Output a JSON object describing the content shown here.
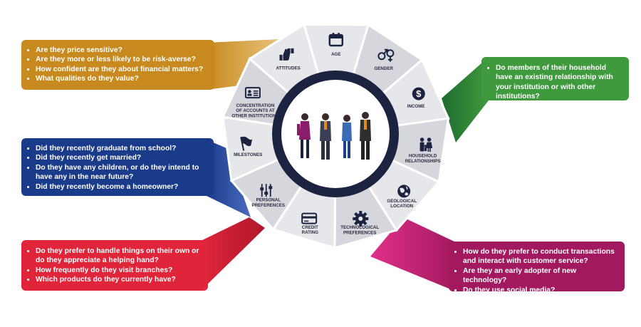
{
  "segments": [
    {
      "id": "age",
      "lines": [
        "AGE"
      ],
      "icon": "calendar-icon"
    },
    {
      "id": "gender",
      "lines": [
        "GENDER"
      ],
      "icon": "gender-icon"
    },
    {
      "id": "income",
      "lines": [
        "INCOME"
      ],
      "icon": "dollar-icon"
    },
    {
      "id": "household",
      "lines": [
        "HOUSEHOLD",
        "RELATIONSHIPS"
      ],
      "icon": "family-icon"
    },
    {
      "id": "geo",
      "lines": [
        "GEOLOGICAL",
        "LOCATION"
      ],
      "icon": "globe-icon"
    },
    {
      "id": "tech",
      "lines": [
        "TECHNOLOGICAL",
        "PREFERENCES"
      ],
      "icon": "gear-icon"
    },
    {
      "id": "credit",
      "lines": [
        "CREDIT",
        "RATING"
      ],
      "icon": "credit-card-icon"
    },
    {
      "id": "personal",
      "lines": [
        "PERSONAL",
        "PREFERENCES"
      ],
      "icon": "sliders-icon"
    },
    {
      "id": "milestones",
      "lines": [
        "MILESTONES"
      ],
      "icon": "flag-icon"
    },
    {
      "id": "concentration",
      "lines": [
        "CONCENTRATION",
        "OF ACCOUNTS AT",
        "OTHER INSTITUTIONS"
      ],
      "icon": "id-card-icon"
    },
    {
      "id": "attitudes",
      "lines": [
        "ATTITUDES"
      ],
      "icon": "thumbs-icon"
    }
  ],
  "callouts": {
    "gold": {
      "color": "#c8891f",
      "items": [
        "Are they price sensitive?",
        "Are they more or less likely to be risk-averse?",
        "How confident are they about financial matters?",
        "What qualities do they value?"
      ]
    },
    "blue": {
      "color": "#1a3a8a",
      "items": [
        "Did they recently graduate from school?",
        "Did they recently get married?",
        "Do they have any children, or do they intend to have any in the near future?",
        "Did they recently become a homeowner?"
      ]
    },
    "red": {
      "color": "#e0253a",
      "items": [
        "Do they prefer to handle things on their own or do they appreciate a helping hand?",
        "How frequently do they visit branches?",
        "Which products do they currently have?"
      ]
    },
    "green": {
      "color": "#3f9a3e",
      "items": [
        "Do members of their household have an existing relationship with your institution or with other institutions?"
      ]
    },
    "purple": {
      "color": "#a3195f",
      "items": [
        "How do they prefer to conduct transactions and interact with customer service?",
        "Are they an early adopter of new technology?",
        "Do they use social media?"
      ]
    }
  },
  "colors": {
    "ring": "#1c2340",
    "segment": "#e6e7ea",
    "segment_alt": "#d5d7dc",
    "divider": "#ffffff",
    "label": "#2a2a3e"
  }
}
